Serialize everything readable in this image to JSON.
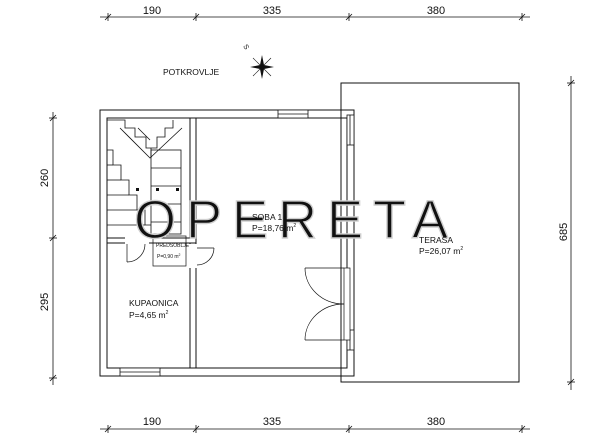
{
  "dimensions": {
    "top": [
      "190",
      "335",
      "380"
    ],
    "bottom": [
      "190",
      "335",
      "380"
    ],
    "left": [
      "260",
      "295"
    ],
    "right": "685"
  },
  "level_label": "POTKROVLJE",
  "compass": {
    "letter": "S",
    "icon": "compass-rose-icon"
  },
  "watermark": "OPERETA",
  "rooms": {
    "soba": {
      "name": "SOBA 1",
      "area": "P=18,76 m",
      "sup": "2"
    },
    "terasa": {
      "name": "TERASA",
      "area": "P=26,07 m",
      "sup": "2"
    },
    "kupaonica": {
      "name": "KUPAONICA",
      "area": "P=4,65 m",
      "sup": "2"
    },
    "predsoblje": {
      "name": "PREDSOBLJE",
      "area": "P=0,90 m",
      "sup": "2"
    }
  },
  "colors": {
    "line": "#111111",
    "watermark": "#cfcfcf",
    "background": "#ffffff"
  }
}
